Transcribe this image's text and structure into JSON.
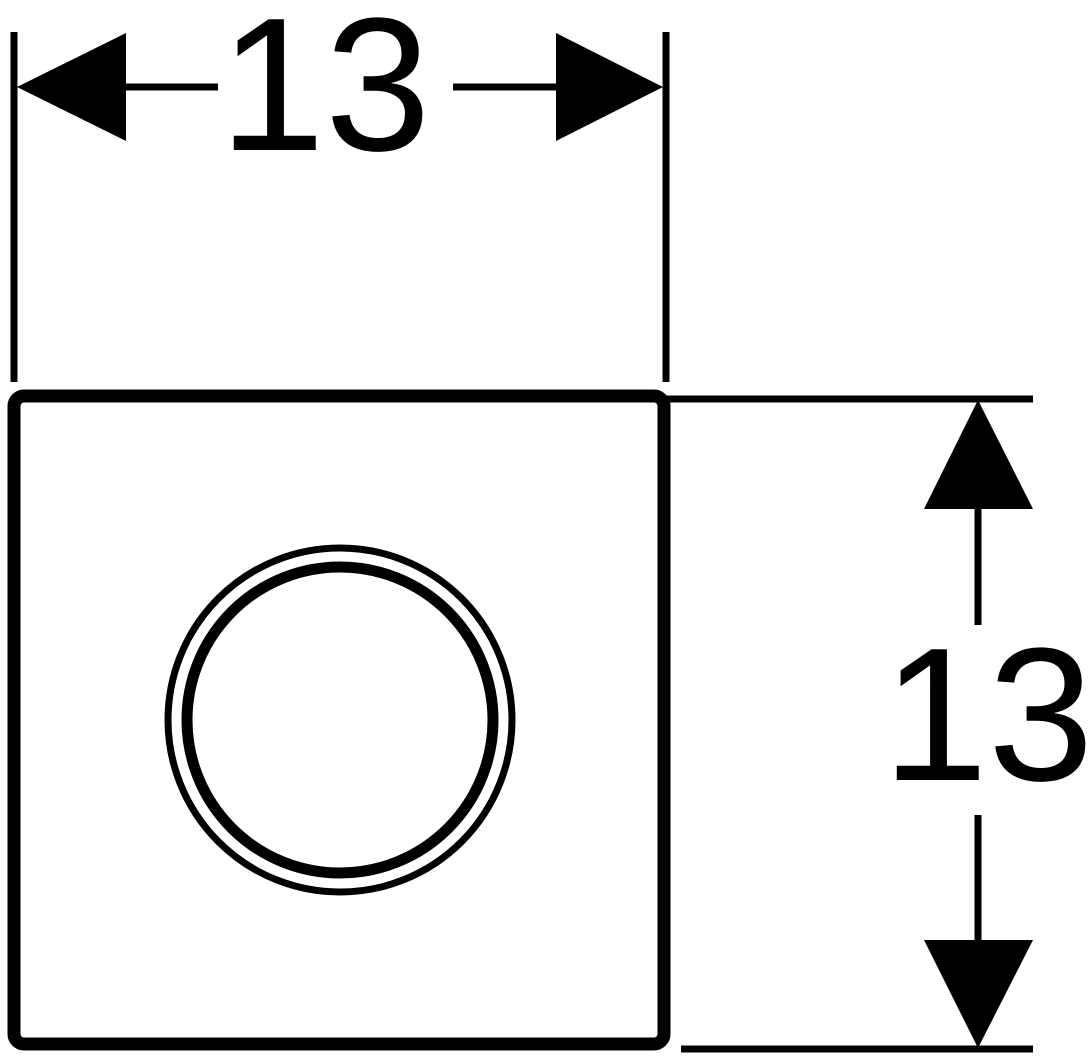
{
  "dimensions": {
    "width_label": "13",
    "height_label": "13"
  },
  "colors": {
    "line": "#000000",
    "background": "#ffffff"
  },
  "icons": {
    "plate": "square-plate",
    "button": "round-button-ring"
  }
}
